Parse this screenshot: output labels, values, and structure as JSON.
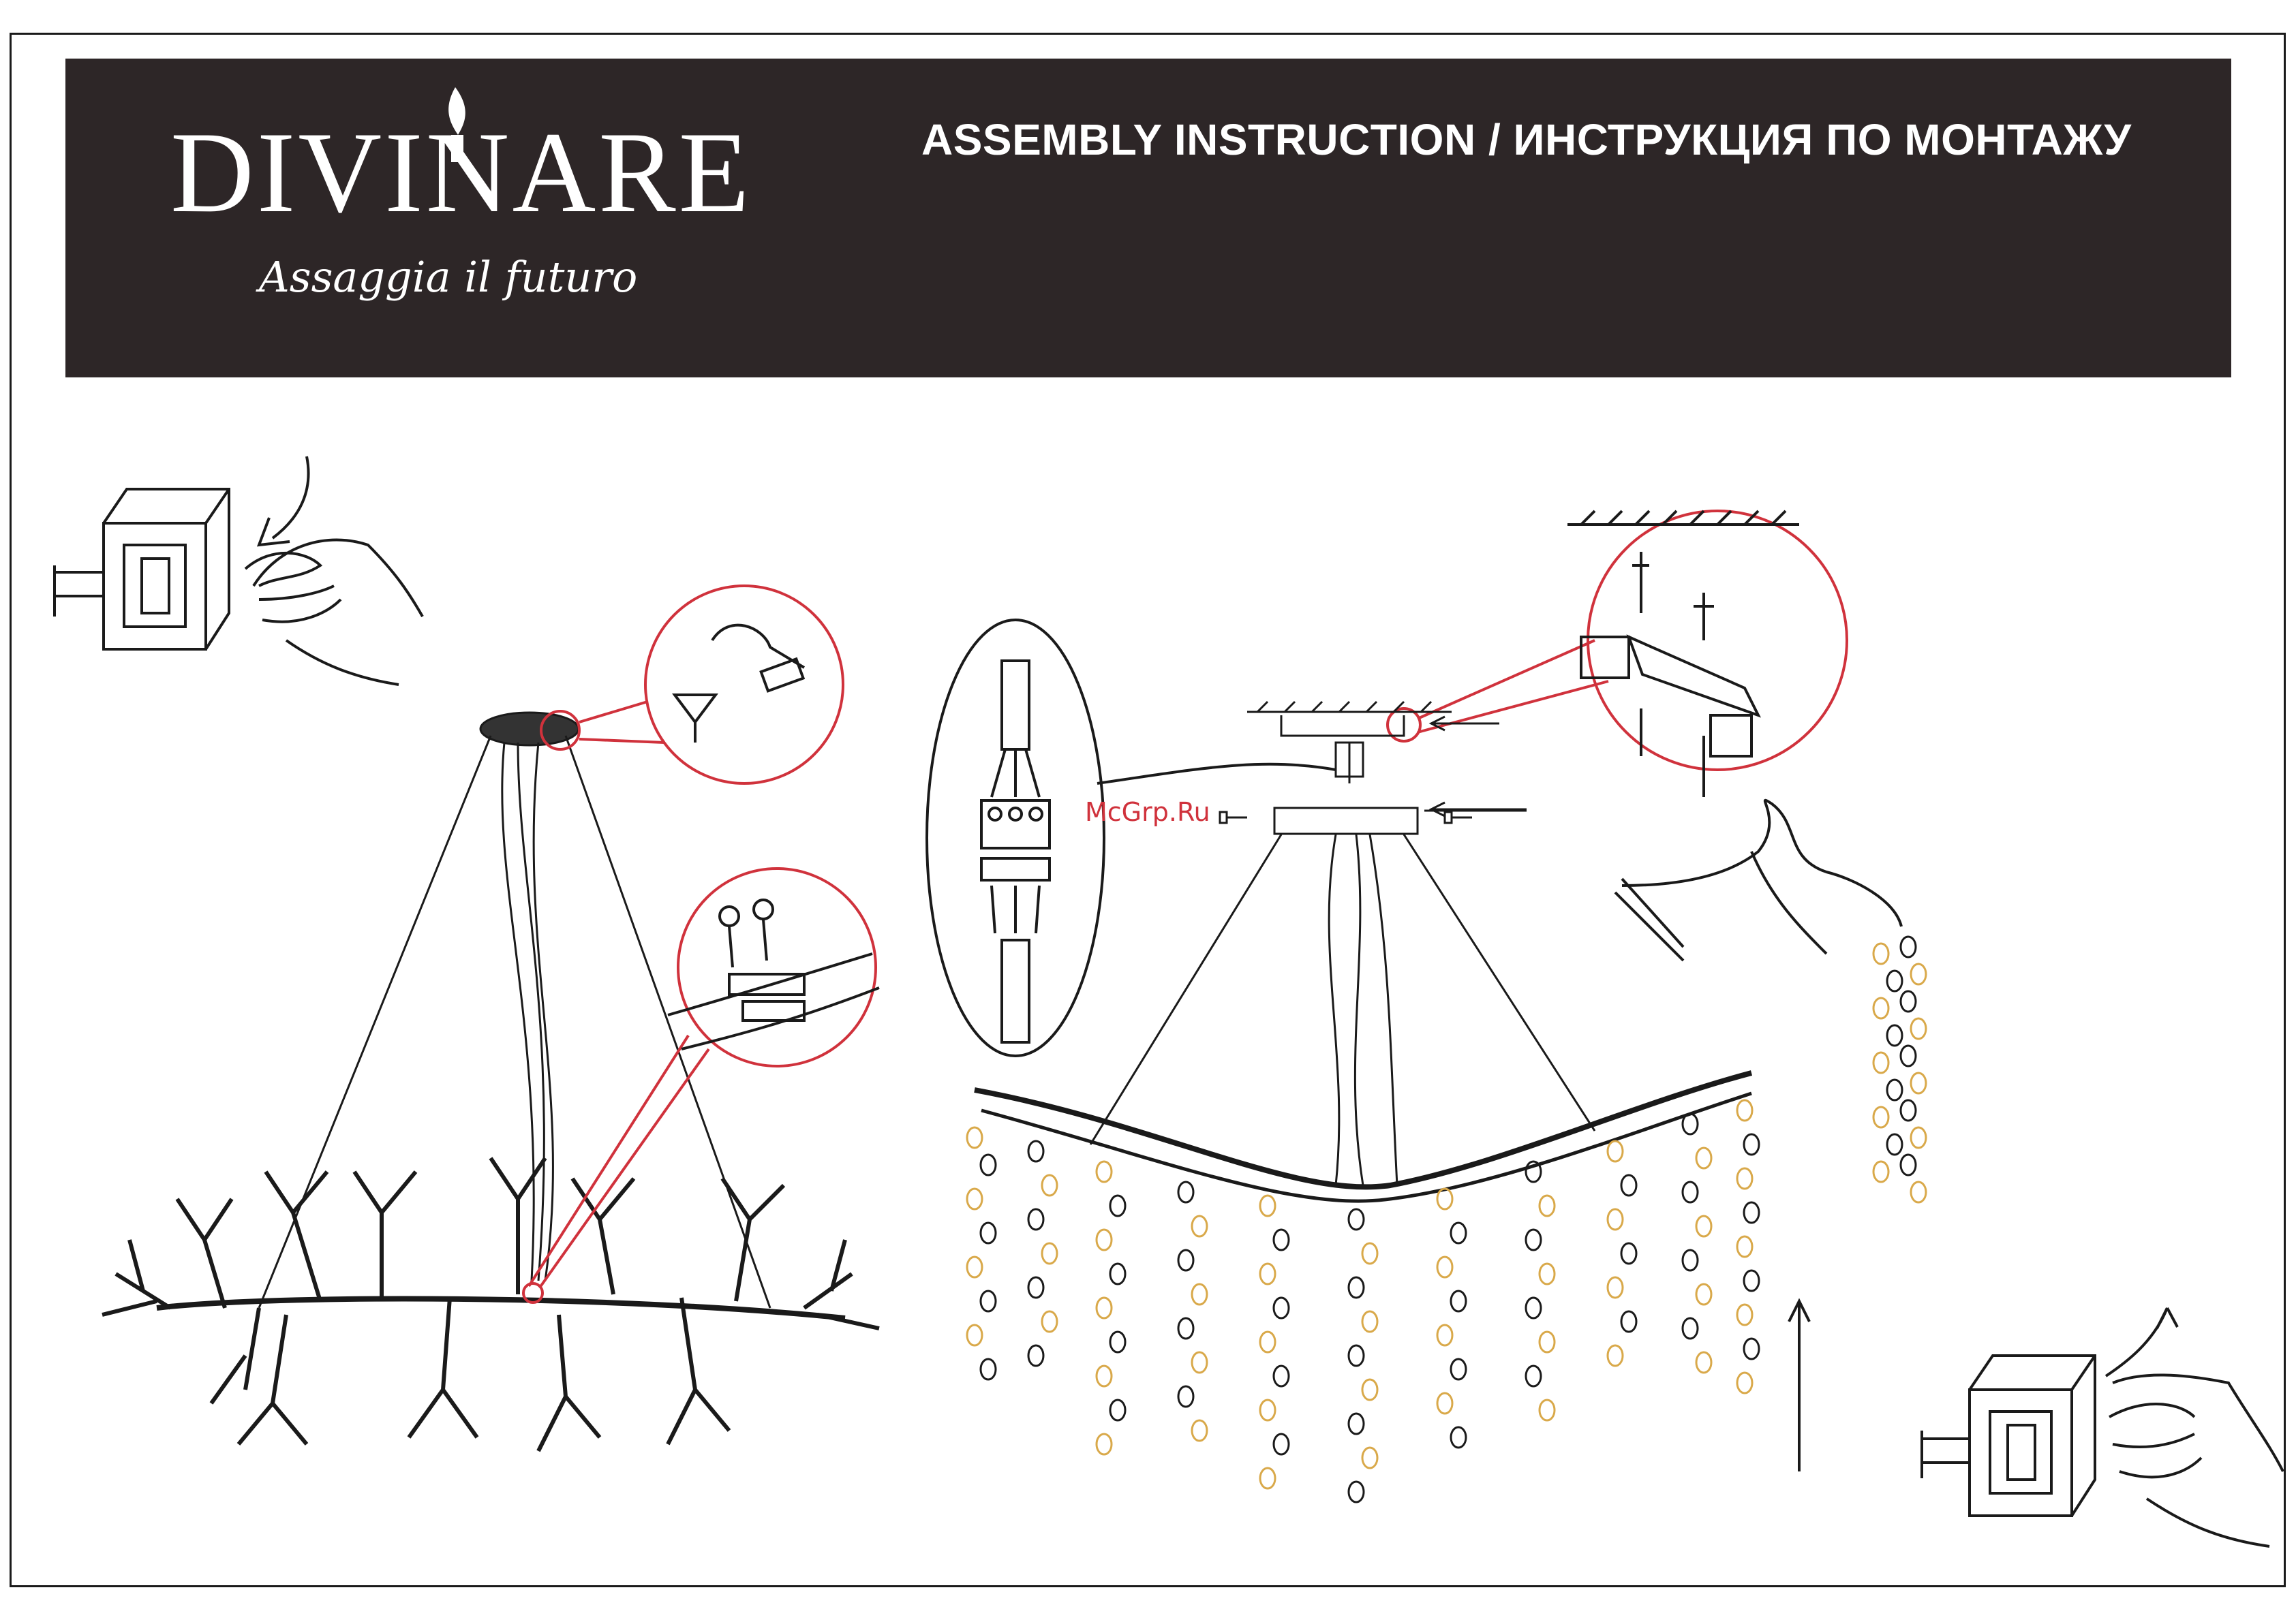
{
  "header": {
    "brand_name": "DIVINARE",
    "brand_tagline": "Assaggia il futuro",
    "title": "ASSEMBLY INSTRUCTION / ИНСТРУКЦИЯ ПО МОНТАЖУ"
  },
  "watermark": "McGrp.Ru",
  "colors": {
    "header_background": "#2d2627",
    "line_art": "#1a1a1a",
    "callout_circle": "#d0323c",
    "crystal_outline": "#d9a94a"
  },
  "icons": [
    "wall-switch-off-icon",
    "hand-icon",
    "arrow-icon",
    "screw-icon",
    "wire-connector-icon",
    "wall-switch-on-icon"
  ]
}
